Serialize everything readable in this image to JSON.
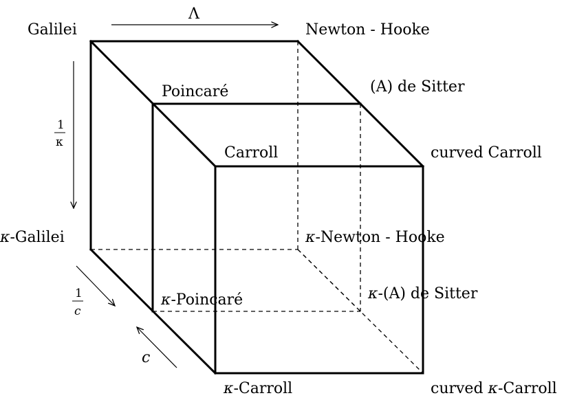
{
  "labels": {
    "galilei": "Galilei",
    "newton_hooke": "Newton - Hooke",
    "poincare": "Poincaré",
    "de_sitter": "(A) de Sitter",
    "carroll": "Carroll",
    "curved_carroll": "curved Carroll",
    "k_galilei": "-Galilei",
    "k_newton_hooke": "-Newton - Hooke",
    "k_poincare": "-Poincaré",
    "k_de_sitter": "-(A) de Sitter",
    "k_carroll": "-Carroll",
    "curved_k_carroll_prefix": "curved ",
    "curved_k_carroll_suffix": "-Carroll"
  },
  "symbols": {
    "kappa": "κ",
    "lambda": "Λ",
    "c": "c",
    "one": "1"
  }
}
